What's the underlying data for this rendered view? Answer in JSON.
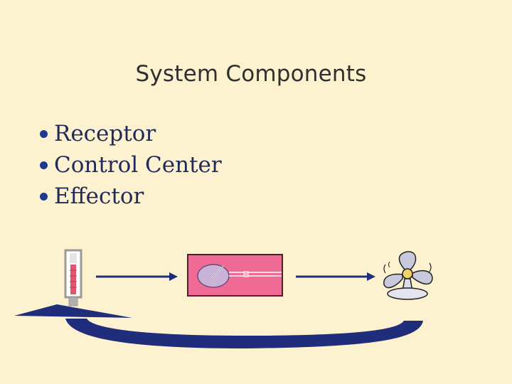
{
  "slide": {
    "title": "System Components",
    "bullets": [
      {
        "label": "Receptor"
      },
      {
        "label": "Control Center"
      },
      {
        "label": "Effector"
      }
    ]
  },
  "diagram": {
    "receptor_icon": "thermometer-icon",
    "control_icon": "thermostat-icon",
    "effector_icon": "fan-icon",
    "colors": {
      "background": "#fdf2cf",
      "arrows": "#1f2d7a",
      "control_box": "#ef6b95",
      "dial": "#c9b3d9",
      "thermometer_red": "#e0566e",
      "fan_blade": "#c9c9dd"
    }
  }
}
